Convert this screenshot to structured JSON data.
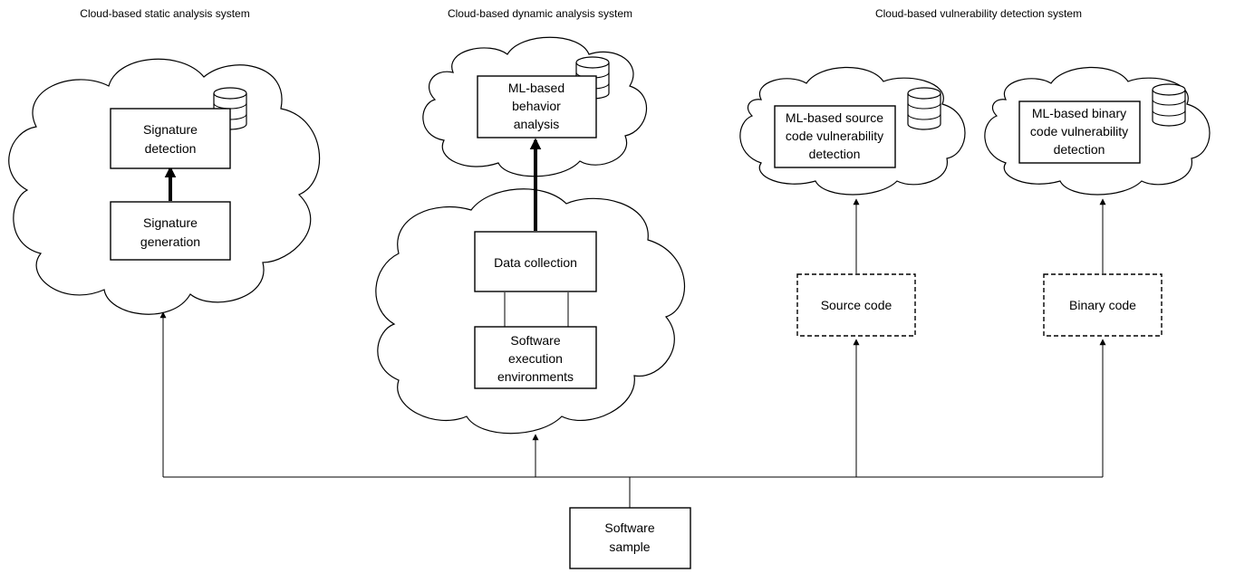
{
  "titles": {
    "static": "Cloud-based static analysis system",
    "dynamic": "Cloud-based dynamic analysis system",
    "vulnerability": "Cloud-based vulnerability detection system"
  },
  "boxes": {
    "signature_detection": [
      "Signature",
      "detection"
    ],
    "signature_generation": [
      "Signature",
      "generation"
    ],
    "ml_behavior": [
      "ML-based",
      "behavior",
      "analysis"
    ],
    "data_collection": [
      "Data collection"
    ],
    "software_exec": [
      "Software",
      "execution",
      "environments"
    ],
    "ml_source": [
      "ML-based source",
      "code vulnerability",
      "detection"
    ],
    "ml_binary": [
      "ML-based binary",
      "code vulnerability",
      "detection"
    ],
    "source_code": [
      "Source code"
    ],
    "binary_code": [
      "Binary code"
    ],
    "software_sample": [
      "Software",
      "sample"
    ]
  }
}
